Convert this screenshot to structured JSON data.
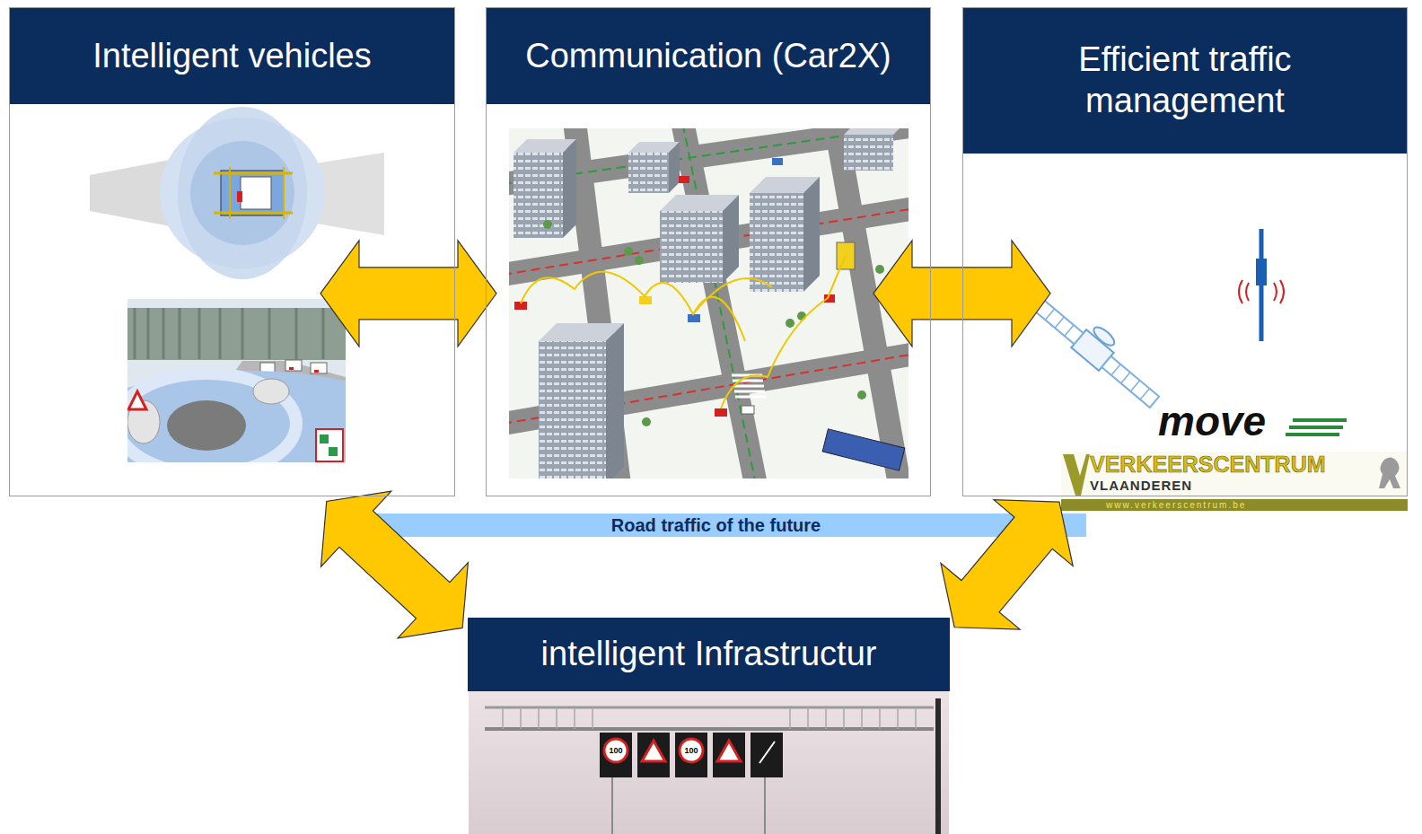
{
  "diagram": {
    "nodes": [
      {
        "text": [
          "Intelligent vehicles"
        ]
      },
      {
        "text": [
          "Communication (Car2X)"
        ]
      },
      {
        "text": [
          "Efficient traffic management"
        ]
      },
      {
        "text": [
          "intelligent Infrastructur"
        ]
      }
    ],
    "edges": [
      {
        "from": 0,
        "to": 1,
        "arrow": "both"
      },
      {
        "from": 1,
        "to": 2,
        "arrow": "both"
      },
      {
        "from": 0,
        "to": 3,
        "arrow": "both"
      },
      {
        "from": 2,
        "to": 3,
        "arrow": "both"
      }
    ],
    "labels": [
      "Road traffic of the future",
      "move",
      "VERKEERSCENTRUM",
      "VLAANDEREN",
      "www.verkeerscentrum.be",
      "100",
      "100"
    ]
  }
}
